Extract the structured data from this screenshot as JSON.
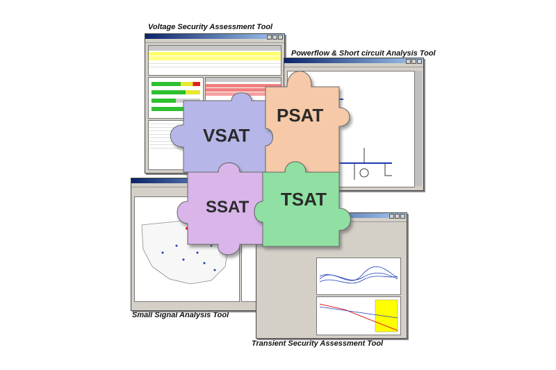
{
  "captions": {
    "vsat_tool": "Voltage Security Assessment Tool",
    "psat_tool": "Powerflow & Short circuit Analysis Tool",
    "ssat_tool": "Small Signal Analysis Tool",
    "tsat_tool": "Transient Security Assessment Tool"
  },
  "pieces": {
    "vsat": "VSAT",
    "psat": "PSAT",
    "ssat": "SSAT",
    "tsat": "TSAT"
  },
  "colors": {
    "vsat": "#b7b6e8",
    "psat": "#f6c9a8",
    "ssat": "#d9b5ea",
    "tsat": "#8fe0a2"
  }
}
